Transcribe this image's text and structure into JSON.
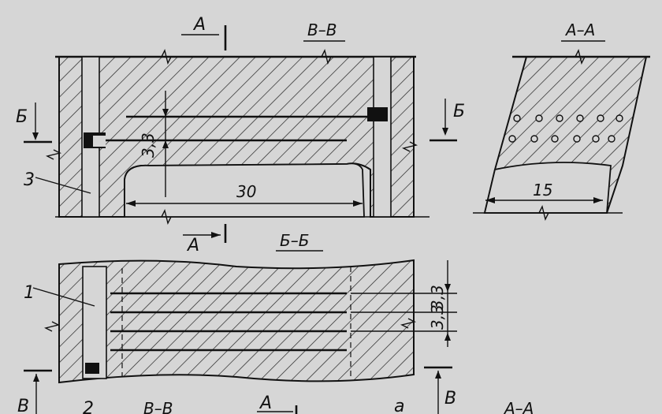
{
  "section_labels": {
    "b_b_top": "В–В",
    "a_a_right": "А–А",
    "b_b_middle": "Б–Б",
    "b_b_bottom": "В–В",
    "a_a_bottom": "А–А"
  },
  "cut_marks": {
    "a_top": "А",
    "a_middle": "А",
    "a_bottom": "А",
    "b_left": "Б",
    "b_right": "Б",
    "v_left": "В",
    "v_right": "В"
  },
  "callouts": {
    "item_1": "1",
    "item_2": "2",
    "item_3": "3",
    "fig_label": "а"
  },
  "dimensions": {
    "opening_width": "30",
    "opening_width_right": "15",
    "vertical_spacing": "3,3",
    "lower_spacing_1": "3,3",
    "lower_spacing_2": "3,3"
  },
  "colors": {
    "ink": "#111111",
    "paper": "#d6d6d6"
  }
}
